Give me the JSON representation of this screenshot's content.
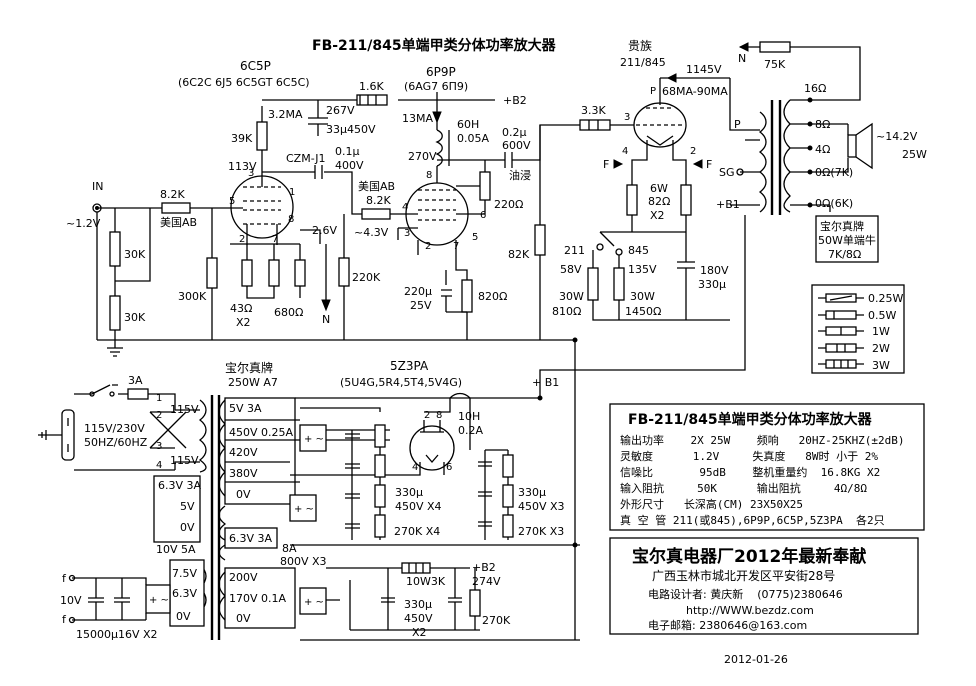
{
  "title": "FB-211/845单端甲类分体功率放大器",
  "labels": {
    "tube_6c5p": "6C5P",
    "tube_6c5p_equiv": "(6C2C 6J5 6C5GT 6C5C)",
    "tube_6p9p": "6P9P",
    "tube_6p9p_equiv": "(6AG7 6П9)",
    "tube_211": "贵族",
    "tube_211_sub": "211/845",
    "tube_5z3pa": "5Z3PA",
    "tube_5z3pa_equiv": "(5U4G,5R4,5T4,5V4G)",
    "in": "IN",
    "in_level": "~1.2V",
    "v113": "113V",
    "ma32": "3.2MA",
    "r39k": "39K",
    "r16k": "1.6K",
    "v267": "267V",
    "c33u": "33μ450V",
    "czm": "CZM-J1",
    "c01u": "0.1μ",
    "v400": "400V",
    "r82k_a": "8.2K",
    "meiguo_ab_a": "美国AB",
    "r30k_a": "30K",
    "r30k_b": "30K",
    "r300k": "300K",
    "r43": "43Ω",
    "x2_a": "X2",
    "r680": "680Ω",
    "v26": "2.6V",
    "n_a": "N",
    "r220k": "220K",
    "b2_top": "+B2",
    "ma13": "13MA",
    "h60": "60H",
    "a005": "0.05A",
    "v270": "270V",
    "meiguo_ab_b": "美国AB",
    "r82k_b": "8.2K",
    "v43": "~4.3V",
    "r220": "220Ω",
    "c220u": "220μ",
    "v25": "25V",
    "r820": "820Ω",
    "c02u": "0.2μ",
    "v600": "600V",
    "youjin": "油浸",
    "r33k": "3.3K",
    "r82k_c": "82K",
    "v1145": "1145V",
    "ma68": "68MA-90MA",
    "n_b": "N",
    "r75k": "75K",
    "w6": "6W",
    "r82": "82Ω",
    "x2_b": "X2",
    "sel211": "211",
    "sel845": "845",
    "v58": "58V",
    "v135": "135V",
    "w30a": "30W",
    "r810": "810Ω",
    "w30b": "30W",
    "r1450": "1450Ω",
    "v180": "180V",
    "c330u_a": "330μ",
    "p_pin": "P",
    "sg": "SG",
    "b1_plus": "+B1",
    "tap16": "16Ω",
    "tap8": "8Ω",
    "tap4": "4Ω",
    "tap0_7": "0Ω(7K)",
    "tap0_6": "0Ω(6K)",
    "spk_level": "~14.2V",
    "spk_w": "25W",
    "brand_t1": "宝尔真牌",
    "brand_t2": "50W单端牛",
    "brand_t3": "7K/8Ω",
    "leg_025": "0.25W",
    "leg_05": "0.5W",
    "leg_1": "1W",
    "leg_2": "2W",
    "leg_3": "3W",
    "pt_brand": "宝尔真牌",
    "pt_rating": "250W A7",
    "fuse": "3A",
    "mains": "115V/230V",
    "hz": "50HZ/60HZ",
    "p115a": "115V",
    "p115b": "115V",
    "s5v": "5V  3A",
    "s450": "450V  0.25A",
    "s420": "420V",
    "s380": "380V",
    "s0v": "0V",
    "s63_3a": "6.3V 3A",
    "s5v_b": "5V",
    "s0v_b": "0V",
    "s63_3a_b": "6.3V  3A",
    "s10v": "10V  5A",
    "s75": "7.5V",
    "s63": "6.3V",
    "s0v_c": "0V",
    "s200": "200V",
    "s170": "170V  0.1A",
    "s0v_d": "0V",
    "b1_mid": "+ B1",
    "h10": "10H",
    "a02": "0.2A",
    "c330_450_x4": "330μ",
    "v450a": "450V X4",
    "r270kx4": "270K X4",
    "c330_450_x3": "330μ",
    "v450b": "450V X3",
    "r270kx3": "270K X3",
    "d8a": "8A",
    "d800v": "800V  X3",
    "r10w3k": "10W3K",
    "b2_bot": "+B2",
    "v274": "274V",
    "c330_b": "330μ",
    "v450c": "450V",
    "x2_c": "X2",
    "r270k": "270K",
    "f1": "f",
    "f2": "f",
    "v10": "10V",
    "c15000": "15000μ16V  X2",
    "pin1": "1",
    "pin2": "2",
    "pin3": "3",
    "pin4": "4",
    "pin5": "5",
    "pin6": "6",
    "pin7": "7",
    "pin8": "8",
    "pin_p": "P",
    "pin_f": "F",
    "pin_f2": "F"
  },
  "spec_box": {
    "title": "FB-211/845单端甲类分体功率放大器",
    "rows": [
      "输出功率    2X 25W    频响   20HZ-25KHZ(±2dB)",
      "灵敏度      1.2V     失真度   8W时 小于 2%",
      "信噪比       95dB    整机重量约  16.8KG X2",
      "输入阻抗     50K      输出阻抗     4Ω/8Ω",
      "外形尺寸   长深高(CM) 23X50X25",
      "真 空 管 211(或845),6P9P,6C5P,5Z3PA  各2只"
    ]
  },
  "credit_box": {
    "title": "宝尔真电器厂2012年最新奉献",
    "address": "广西玉林市城北开发区平安街28号",
    "designer": "电路设计者: 黄庆新    (0775)2380646",
    "web": "http://WWW.bezdz.com",
    "email": "电子邮箱: 2380646@163.com"
  },
  "date": "2012-01-26"
}
